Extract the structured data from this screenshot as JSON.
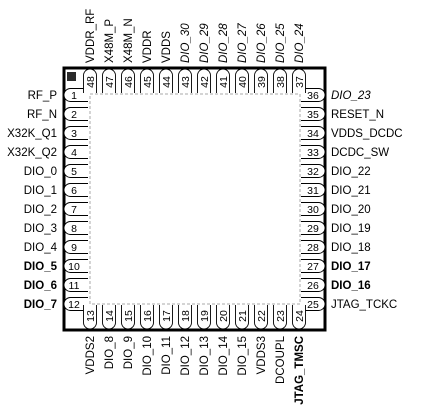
{
  "chip": {
    "left_pins": [
      {
        "num": "1",
        "label": "RF_P",
        "bold": false,
        "italic": false
      },
      {
        "num": "2",
        "label": "RF_N",
        "bold": false,
        "italic": false
      },
      {
        "num": "3",
        "label": "X32K_Q1",
        "bold": false,
        "italic": false
      },
      {
        "num": "4",
        "label": "X32K_Q2",
        "bold": false,
        "italic": false
      },
      {
        "num": "5",
        "label": "DIO_0",
        "bold": false,
        "italic": false
      },
      {
        "num": "6",
        "label": "DIO_1",
        "bold": false,
        "italic": false
      },
      {
        "num": "7",
        "label": "DIO_2",
        "bold": false,
        "italic": false
      },
      {
        "num": "8",
        "label": "DIO_3",
        "bold": false,
        "italic": false
      },
      {
        "num": "9",
        "label": "DIO_4",
        "bold": false,
        "italic": false
      },
      {
        "num": "10",
        "label": "DIO_5",
        "bold": true,
        "italic": false
      },
      {
        "num": "11",
        "label": "DIO_6",
        "bold": true,
        "italic": false
      },
      {
        "num": "12",
        "label": "DIO_7",
        "bold": true,
        "italic": false
      }
    ],
    "bottom_pins": [
      {
        "num": "13",
        "label": "VDDS2",
        "bold": false,
        "italic": false
      },
      {
        "num": "14",
        "label": "DIO_8",
        "bold": false,
        "italic": false
      },
      {
        "num": "15",
        "label": "DIO_9",
        "bold": false,
        "italic": false
      },
      {
        "num": "16",
        "label": "DIO_10",
        "bold": false,
        "italic": false
      },
      {
        "num": "17",
        "label": "DIO_11",
        "bold": false,
        "italic": false
      },
      {
        "num": "18",
        "label": "DIO_12",
        "bold": false,
        "italic": false
      },
      {
        "num": "19",
        "label": "DIO_13",
        "bold": false,
        "italic": false
      },
      {
        "num": "20",
        "label": "DIO_14",
        "bold": false,
        "italic": false
      },
      {
        "num": "21",
        "label": "DIO_15",
        "bold": false,
        "italic": false
      },
      {
        "num": "22",
        "label": "VDDS3",
        "bold": false,
        "italic": false
      },
      {
        "num": "23",
        "label": "DCOUPL",
        "bold": false,
        "italic": false
      },
      {
        "num": "24",
        "label": "JTAG_TMSC",
        "bold": true,
        "italic": false
      }
    ],
    "right_pins": [
      {
        "num": "25",
        "label": "JTAG_TCKC",
        "bold": false,
        "italic": false
      },
      {
        "num": "26",
        "label": "DIO_16",
        "bold": true,
        "italic": false
      },
      {
        "num": "27",
        "label": "DIO_17",
        "bold": true,
        "italic": false
      },
      {
        "num": "28",
        "label": "DIO_18",
        "bold": false,
        "italic": false
      },
      {
        "num": "29",
        "label": "DIO_19",
        "bold": false,
        "italic": false
      },
      {
        "num": "30",
        "label": "DIO_20",
        "bold": false,
        "italic": false
      },
      {
        "num": "31",
        "label": "DIO_21",
        "bold": false,
        "italic": false
      },
      {
        "num": "32",
        "label": "DIO_22",
        "bold": false,
        "italic": false
      },
      {
        "num": "33",
        "label": "DCDC_SW",
        "bold": false,
        "italic": false
      },
      {
        "num": "34",
        "label": "VDDS_DCDC",
        "bold": false,
        "italic": false
      },
      {
        "num": "35",
        "label": "RESET_N",
        "bold": false,
        "italic": false
      },
      {
        "num": "36",
        "label": "DIO_23",
        "bold": false,
        "italic": true
      }
    ],
    "top_pins": [
      {
        "num": "37",
        "label": "DIO_24",
        "bold": false,
        "italic": true
      },
      {
        "num": "38",
        "label": "DIO_25",
        "bold": false,
        "italic": true
      },
      {
        "num": "39",
        "label": "DIO_26",
        "bold": false,
        "italic": true
      },
      {
        "num": "40",
        "label": "DIO_27",
        "bold": false,
        "italic": true
      },
      {
        "num": "41",
        "label": "DIO_28",
        "bold": false,
        "italic": true
      },
      {
        "num": "42",
        "label": "DIO_29",
        "bold": false,
        "italic": true
      },
      {
        "num": "43",
        "label": "DIO_30",
        "bold": false,
        "italic": true
      },
      {
        "num": "44",
        "label": "VDDS",
        "bold": false,
        "italic": false
      },
      {
        "num": "45",
        "label": "VDDR",
        "bold": false,
        "italic": false
      },
      {
        "num": "46",
        "label": "X48M_N",
        "bold": false,
        "italic": false
      },
      {
        "num": "47",
        "label": "X48M_P",
        "bold": false,
        "italic": false
      },
      {
        "num": "48",
        "label": "VDDR_RF",
        "bold": false,
        "italic": false
      }
    ]
  }
}
